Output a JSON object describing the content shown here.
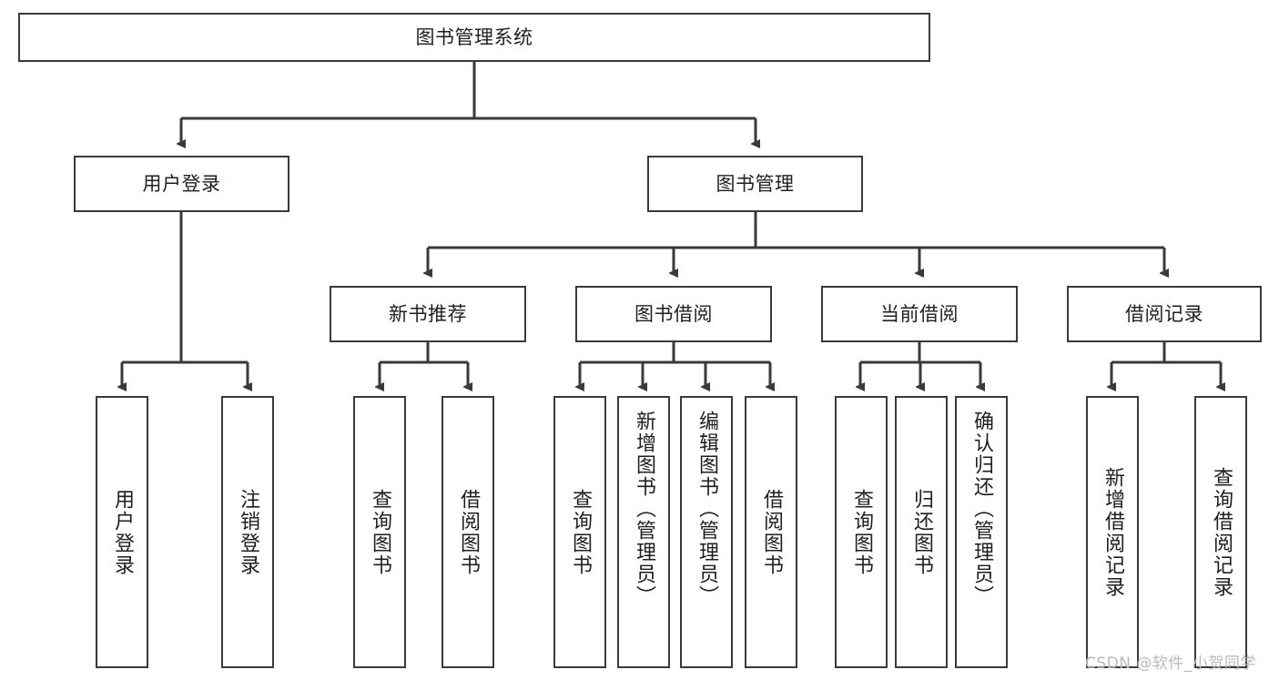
{
  "diagram": {
    "type": "tree-hierarchy-chart",
    "title": "图书管理系统",
    "watermark": "CSDN @软件_小贺同学",
    "colors": {
      "stroke": "#3a3a3a",
      "fill": "#ffffff",
      "text": "#1f1f1f",
      "watermark": "#b9b9b9"
    },
    "levels": {
      "root": {
        "label": "图书管理系统"
      },
      "level2": [
        {
          "label": "用户登录"
        },
        {
          "label": "图书管理"
        }
      ],
      "level3": [
        {
          "label": "新书推荐"
        },
        {
          "label": "图书借阅"
        },
        {
          "label": "当前借阅"
        },
        {
          "label": "借阅记录"
        }
      ],
      "leaves": [
        {
          "label": "用户登录",
          "parent": "用户登录"
        },
        {
          "label": "注销登录",
          "parent": "用户登录"
        },
        {
          "label": "查询图书",
          "parent": "新书推荐"
        },
        {
          "label": "借阅图书",
          "parent": "新书推荐"
        },
        {
          "label": "查询图书",
          "parent": "图书借阅"
        },
        {
          "label": "新增图书（管理员）",
          "parent": "图书借阅"
        },
        {
          "label": "编辑图书（管理员）",
          "parent": "图书借阅"
        },
        {
          "label": "借阅图书",
          "parent": "图书借阅"
        },
        {
          "label": "查询图书",
          "parent": "当前借阅"
        },
        {
          "label": "归还图书",
          "parent": "当前借阅"
        },
        {
          "label": "确认归还（管理员）",
          "parent": "当前借阅"
        },
        {
          "label": "新增借阅记录",
          "parent": "借阅记录"
        },
        {
          "label": "查询借阅记录",
          "parent": "借阅记录"
        }
      ]
    }
  }
}
